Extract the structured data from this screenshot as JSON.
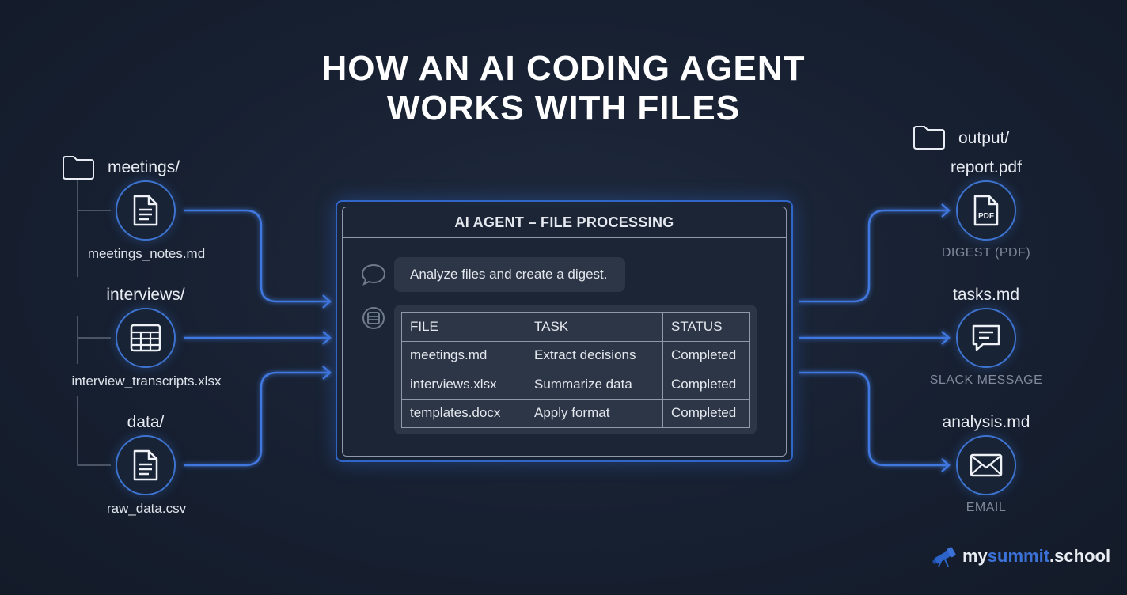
{
  "title": {
    "line1": "HOW AN AI CODING AGENT",
    "line2": "WORKS WITH FILES"
  },
  "inputs": {
    "folders": [
      "meetings/",
      "interviews/",
      "data/"
    ],
    "files": [
      {
        "name": "meetings_notes.md",
        "icon": "document-icon"
      },
      {
        "name": "interview_transcripts.xlsx",
        "icon": "spreadsheet-icon"
      },
      {
        "name": "raw_data.csv",
        "icon": "document-icon"
      }
    ]
  },
  "agent": {
    "header": "AI AGENT – FILE PROCESSING",
    "prompt": "Analyze files and create a digest.",
    "table": {
      "columns": [
        "FILE",
        "TASK",
        "STATUS"
      ],
      "rows": [
        [
          "meetings.md",
          "Extract decisions",
          "Completed"
        ],
        [
          "interviews.xlsx",
          "Summarize data",
          "Completed"
        ],
        [
          "templates.docx",
          "Apply format",
          "Completed"
        ]
      ]
    }
  },
  "outputs": {
    "folder": "output/",
    "items": [
      {
        "name": "report.pdf",
        "subtitle": "DIGEST (PDF)",
        "icon": "pdf-icon",
        "icon_text": "PDF"
      },
      {
        "name": "tasks.md",
        "subtitle": "SLACK MESSAGE",
        "icon": "chat-icon"
      },
      {
        "name": "analysis.md",
        "subtitle": "EMAIL",
        "icon": "mail-icon"
      }
    ]
  },
  "brand": {
    "part1": "my",
    "part2": "summit",
    "part3": ".school"
  },
  "colors": {
    "background": "#172031",
    "accent": "#3d73cf",
    "text": "#e9edf3"
  }
}
